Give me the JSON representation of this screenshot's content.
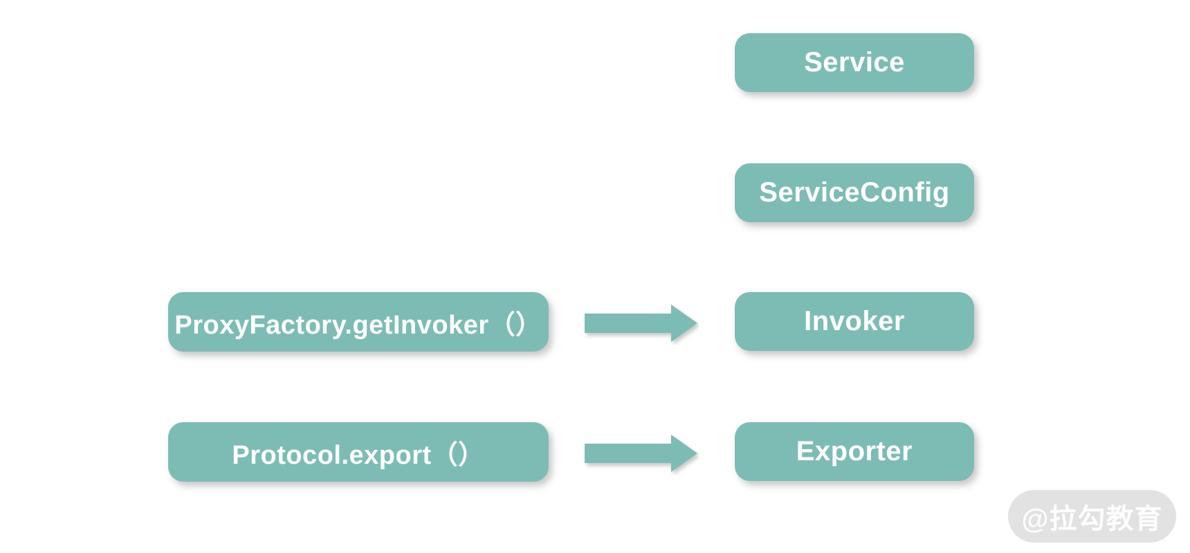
{
  "colors": {
    "background": "#FFFFFF",
    "node_fill": "#7DBCB4",
    "node_text": "#FFFFFF",
    "watermark_bg": "#E2E2E2",
    "watermark_text": "#FFFFFF"
  },
  "diagram": {
    "right_column": [
      {
        "label": "Service"
      },
      {
        "label": "ServiceConfig"
      },
      {
        "label": "Invoker"
      },
      {
        "label": "Exporter"
      }
    ],
    "left_column": [
      {
        "label": "ProxyFactory.getInvoker（）"
      },
      {
        "label": "Protocol.export（）"
      }
    ],
    "arrows": [
      {
        "from": "ProxyFactory.getInvoker（）",
        "to": "Invoker"
      },
      {
        "from": "Protocol.export（）",
        "to": "Exporter"
      }
    ],
    "watermark": {
      "label": "@拉勾教育"
    }
  }
}
